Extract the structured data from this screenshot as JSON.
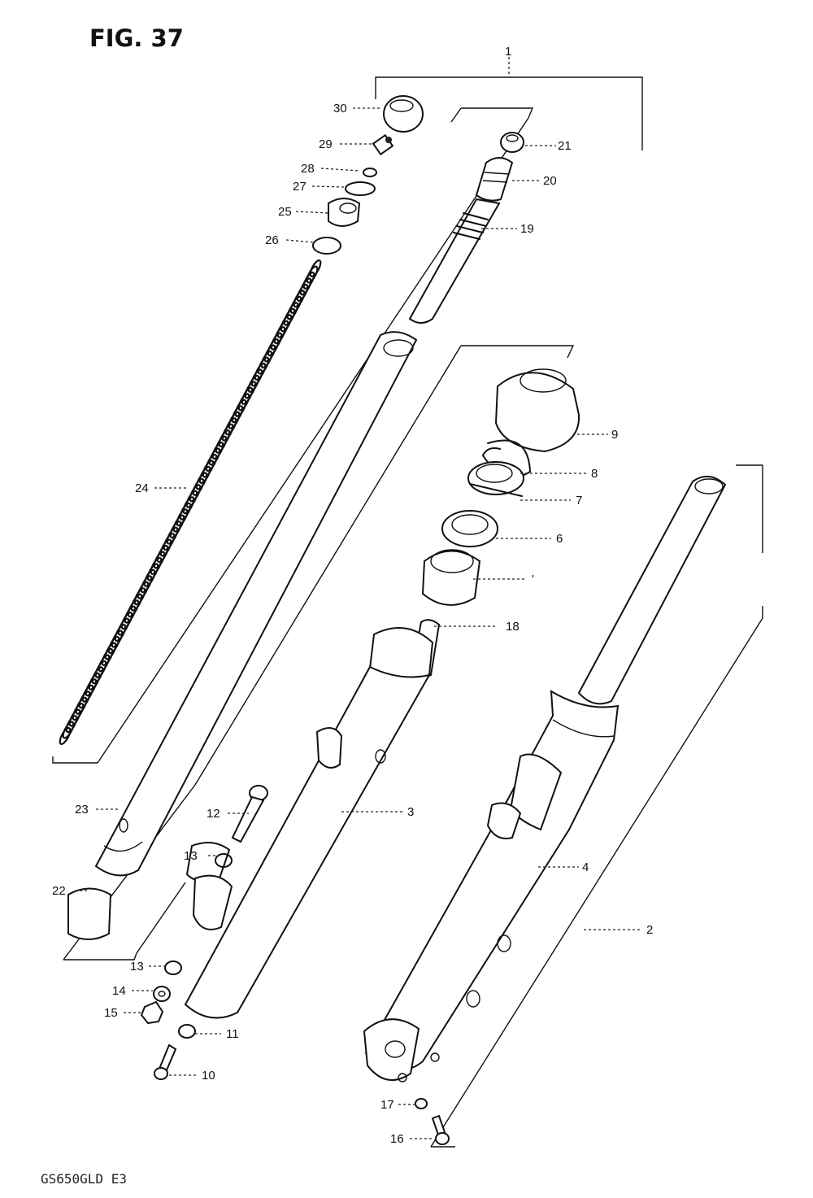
{
  "figure": {
    "title": "FIG. 37",
    "footer": "GS650GLD E3"
  },
  "callouts": [
    {
      "id": "1",
      "label": "1"
    },
    {
      "id": "2",
      "label": "2"
    },
    {
      "id": "3",
      "label": "3"
    },
    {
      "id": "4",
      "label": "4"
    },
    {
      "id": "5",
      "label": "'"
    },
    {
      "id": "6",
      "label": "6"
    },
    {
      "id": "7",
      "label": "7"
    },
    {
      "id": "8",
      "label": "8"
    },
    {
      "id": "9",
      "label": "9"
    },
    {
      "id": "10",
      "label": "10"
    },
    {
      "id": "11",
      "label": "11"
    },
    {
      "id": "12",
      "label": "12"
    },
    {
      "id": "13a",
      "label": "13"
    },
    {
      "id": "13b",
      "label": "13"
    },
    {
      "id": "14",
      "label": "14"
    },
    {
      "id": "15",
      "label": "15"
    },
    {
      "id": "16",
      "label": "16"
    },
    {
      "id": "17",
      "label": "17"
    },
    {
      "id": "18",
      "label": "18"
    },
    {
      "id": "19",
      "label": "19"
    },
    {
      "id": "20",
      "label": "20"
    },
    {
      "id": "21",
      "label": "21"
    },
    {
      "id": "22",
      "label": "22"
    },
    {
      "id": "23",
      "label": "23"
    },
    {
      "id": "24",
      "label": "24"
    },
    {
      "id": "25",
      "label": "25"
    },
    {
      "id": "26",
      "label": "26"
    },
    {
      "id": "27",
      "label": "27"
    },
    {
      "id": "28",
      "label": "28"
    },
    {
      "id": "29",
      "label": "29"
    },
    {
      "id": "30",
      "label": "30"
    }
  ]
}
